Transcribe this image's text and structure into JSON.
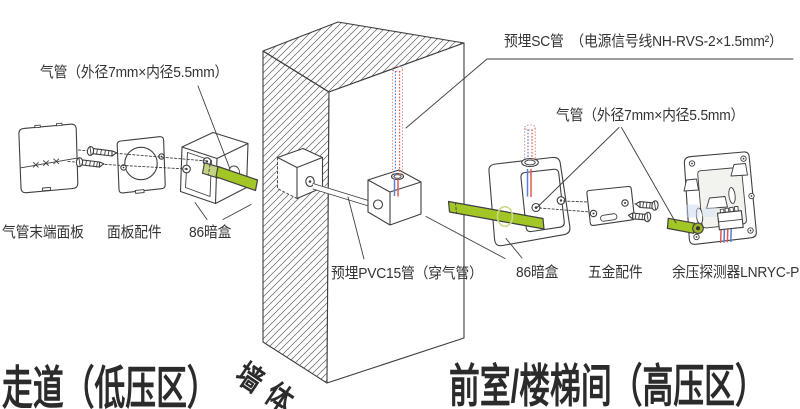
{
  "colors": {
    "line": "#3f3f3f",
    "tube_green": "#a3c627",
    "tube_green_light": "#c3d382",
    "wire_red": "#dc5a4c",
    "wire_blue": "#5b7fd0",
    "sc_outline": "#d9918f",
    "text": "#333333"
  },
  "diagram": {
    "labels": {
      "air_tube_left": "气管（外径7mm×内径5.5mm）",
      "sc_conduit": "预埋SC管　（电源信号线NH-RVS-2×1.5mm²）",
      "air_tube_right": "气管（外径7mm×内径5.5mm）",
      "pvc_conduit": "预埋PVC15管（穿气管）",
      "end_panel": "气管末端面板",
      "panel_accessory": "面板配件",
      "junction_box_left": "86暗盒",
      "junction_box_right": "86暗盒",
      "hardware_accessory": "五金配件",
      "detector": "余压探测器LNRYC-P"
    },
    "zones": {
      "left": "走道（低压区）",
      "right": "前室/楼梯间（高压区）",
      "wall": "墙体"
    }
  }
}
